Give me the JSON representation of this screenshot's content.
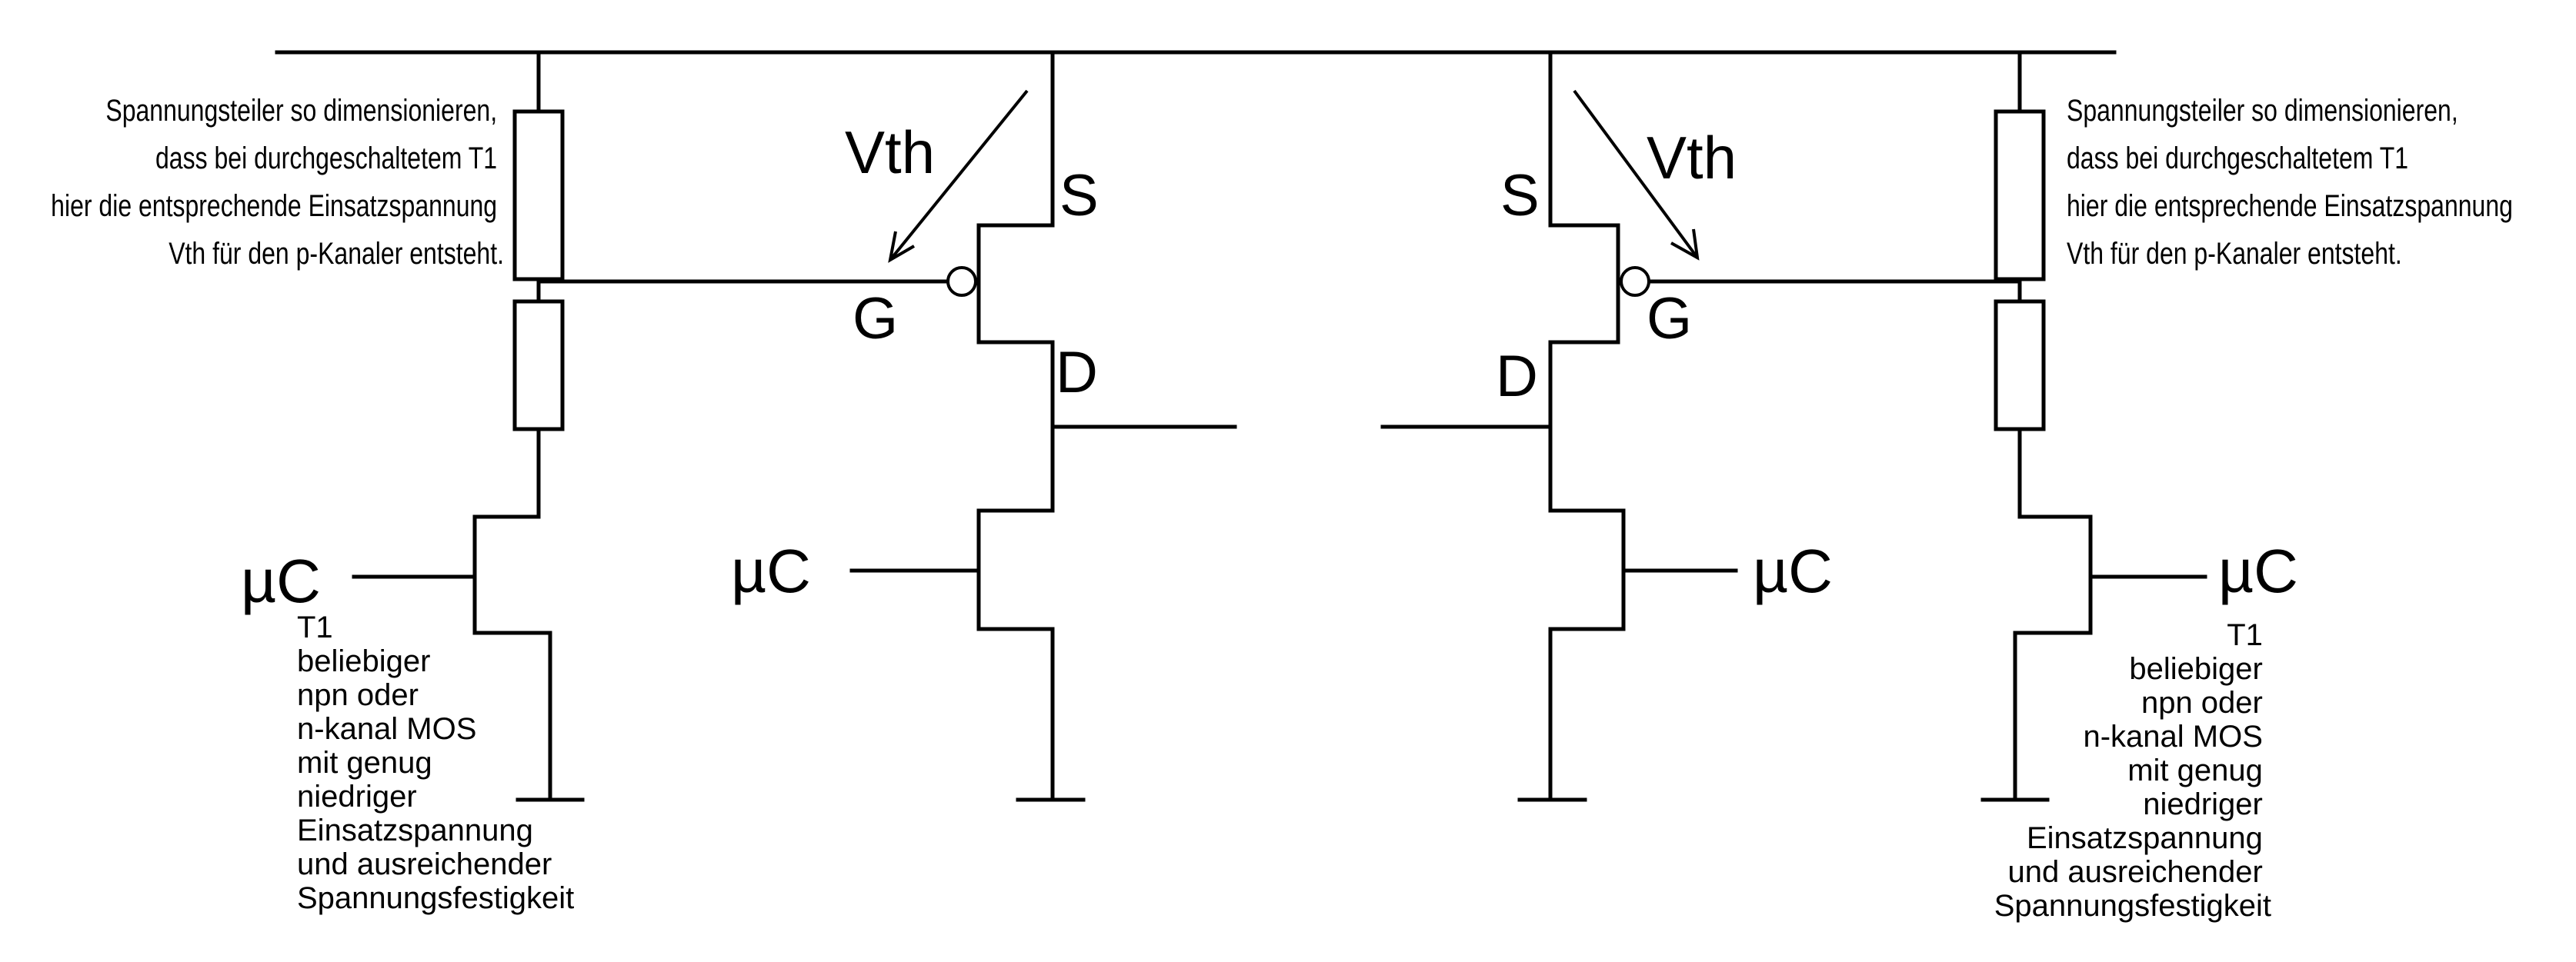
{
  "labels": {
    "source_left": "S",
    "gate_left": "G",
    "drain_left": "D",
    "source_right": "S",
    "gate_right": "G",
    "drain_right": "D",
    "vth_left": "Vth",
    "vth_right": "Vth",
    "uc_1": "µC",
    "uc_2": "µC",
    "uc_3": "µC",
    "uc_4": "µC"
  },
  "divider_note": {
    "left": [
      "Spannungsteiler so dimensionieren,",
      "dass bei durchgeschaltetem T1",
      "hier die entsprechende Einsatzspannung",
      "Vth für den p-Kanaler entsteht."
    ],
    "right": [
      "Spannungsteiler so dimensionieren,",
      "dass bei durchgeschaltetem T1",
      "hier die entsprechende Einsatzspannung",
      "Vth für den p-Kanaler entsteht."
    ]
  },
  "t1_note": {
    "left": [
      "T1",
      "beliebiger",
      "npn oder",
      "n-kanal MOS",
      "mit genug",
      "niedriger",
      "Einsatzspannung",
      "und ausreichender",
      "Spannungsfestigkeit"
    ],
    "right": [
      "T1",
      "beliebiger",
      "npn oder",
      "n-kanal MOS",
      "mit genug",
      "niedriger",
      "Einsatzspannung",
      "und ausreichender",
      "Spannungsfestigkeit"
    ]
  }
}
